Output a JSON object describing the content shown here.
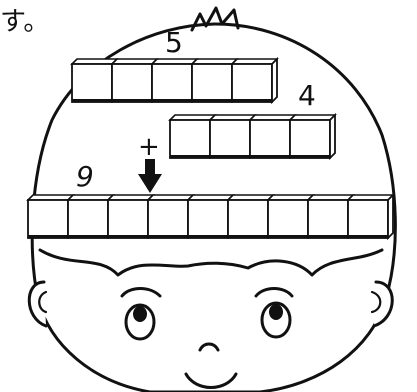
{
  "fragment_text": "す。",
  "numbers": {
    "top_count": "5",
    "middle_count": "4",
    "total_count": "9"
  },
  "operator": "+",
  "blocks": {
    "top_row": 5,
    "middle_row": 4,
    "bottom_row": 9
  },
  "colors": {
    "line": "#111111",
    "fill": "#ffffff",
    "arrow": "#111111"
  },
  "icons": {
    "arrow": "down-arrow-icon",
    "character": "boy-face-illustration"
  }
}
